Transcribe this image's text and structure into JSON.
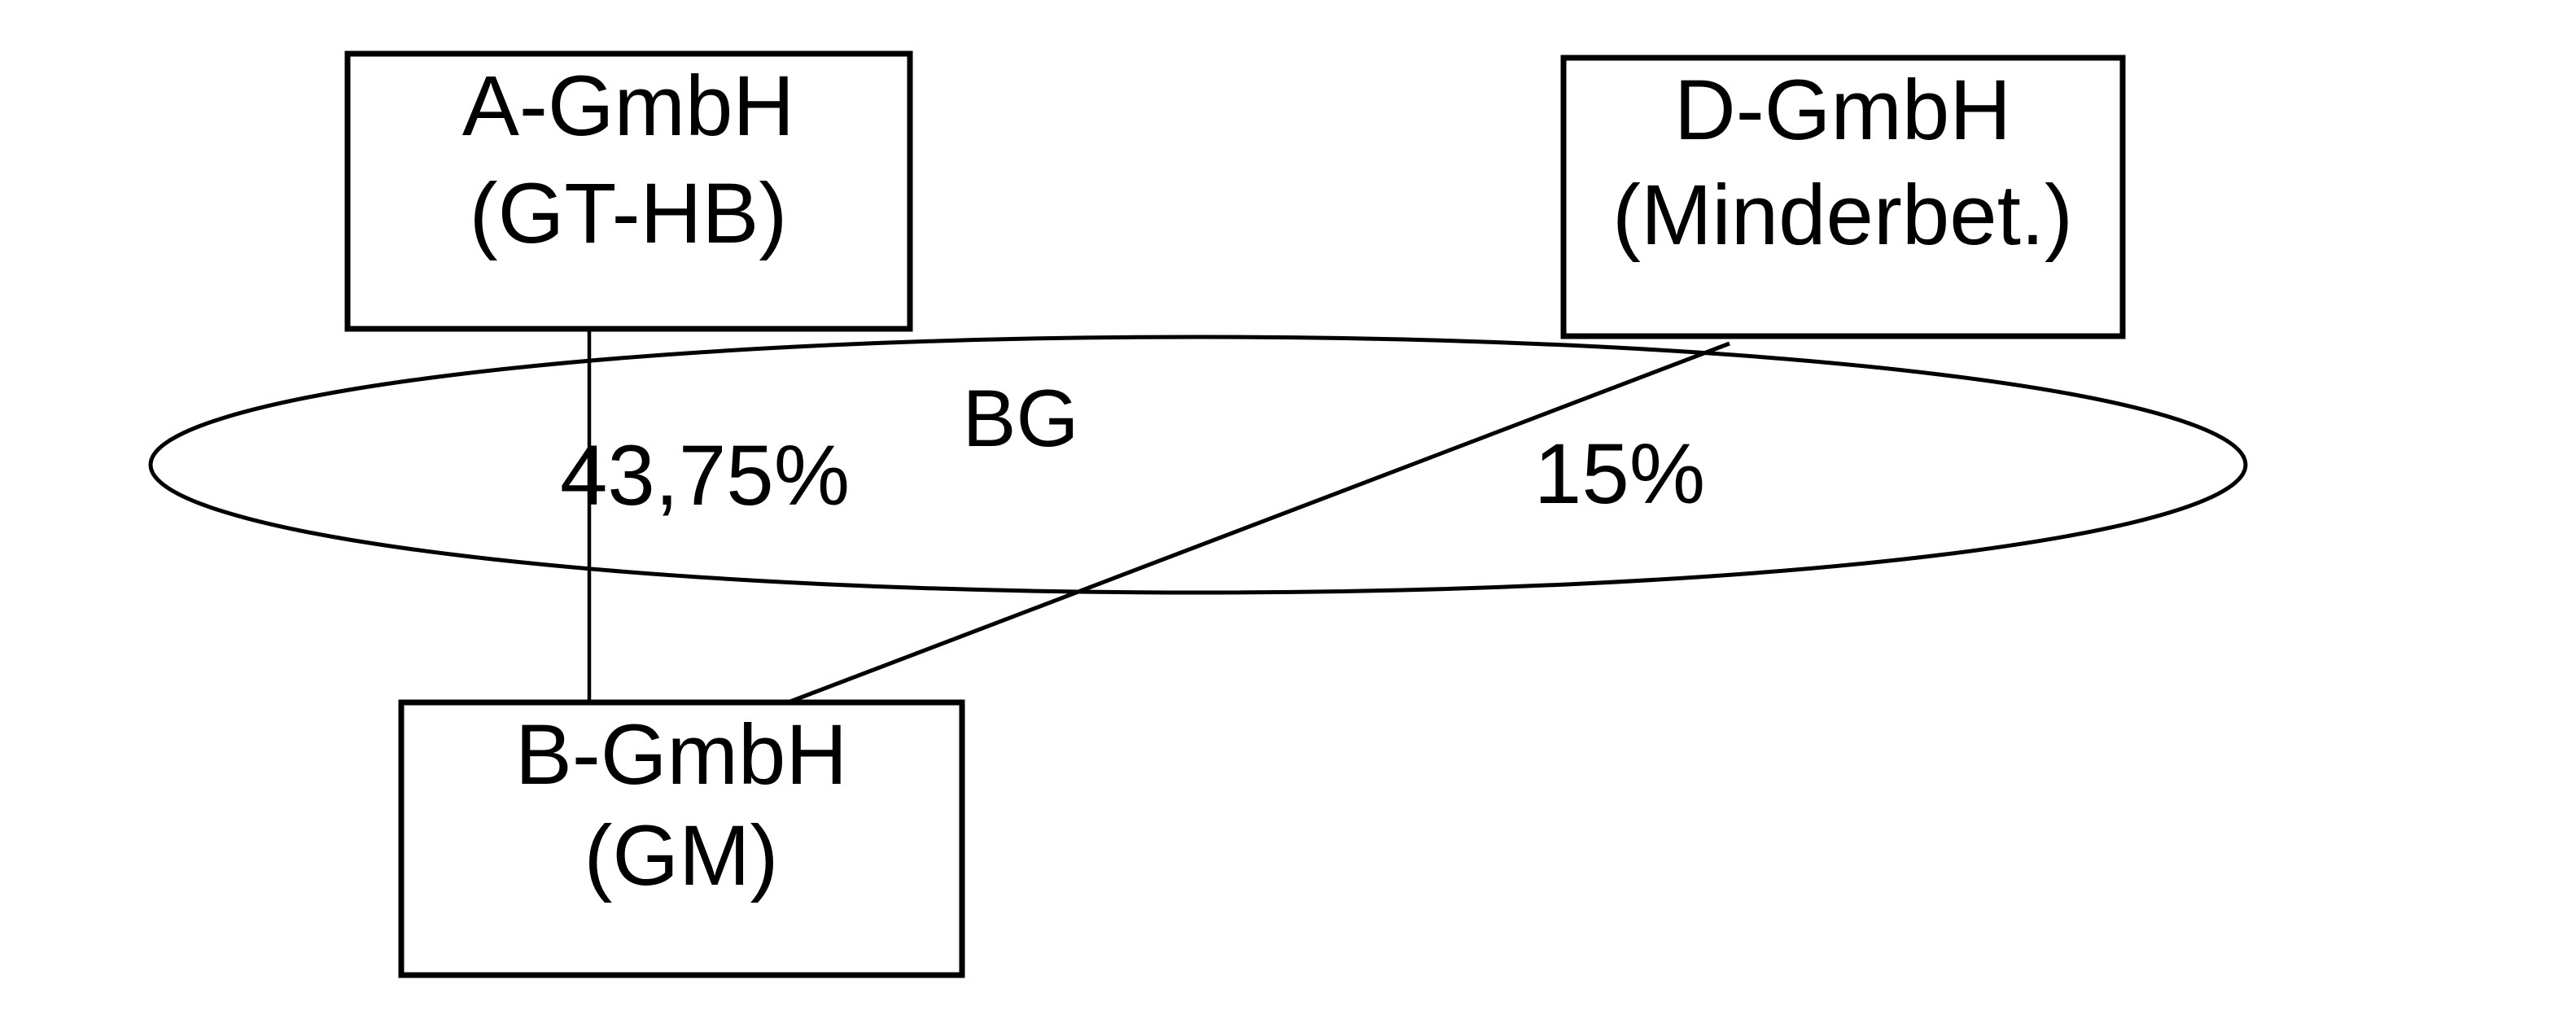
{
  "diagram": {
    "nodes": {
      "a": {
        "line1": "A-GmbH",
        "line2": "(GT-HB)"
      },
      "d": {
        "line1": "D-GmbH",
        "line2": "(Minderbet.)"
      },
      "b": {
        "line1": "B-GmbH",
        "line2": "(GM)"
      }
    },
    "group": {
      "label": "BG"
    },
    "edges": {
      "a_to_b": {
        "label": "43,75%"
      },
      "d_to_b": {
        "label": "15%"
      }
    },
    "colors": {
      "stroke": "#000000",
      "background": "#ffffff",
      "text": "#000000"
    }
  }
}
